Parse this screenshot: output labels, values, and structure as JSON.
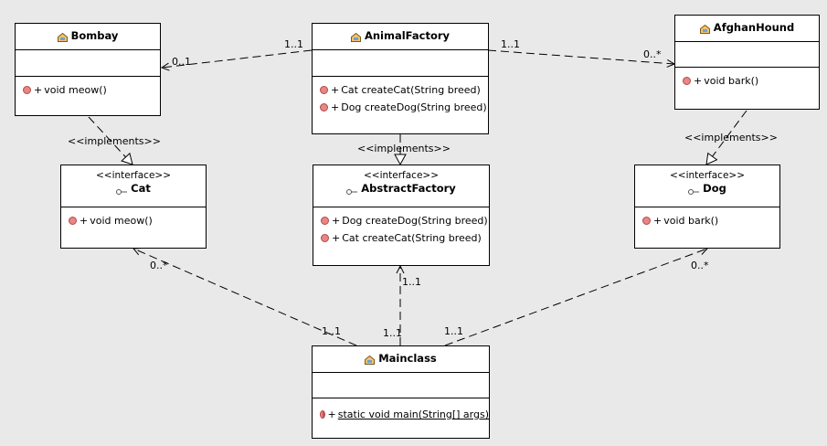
{
  "classes": {
    "bombay": {
      "name": "Bombay",
      "ops": [
        {
          "text": "void meow()",
          "vis": "+"
        }
      ]
    },
    "animal_factory": {
      "name": "AnimalFactory",
      "ops": [
        {
          "text": "Cat createCat(String breed)",
          "vis": "+"
        },
        {
          "text": "Dog createDog(String breed)",
          "vis": "+"
        }
      ]
    },
    "afghan_hound": {
      "name": "AfghanHound",
      "ops": [
        {
          "text": "void bark()",
          "vis": "+"
        }
      ]
    },
    "cat": {
      "stereotype": "<<interface>>",
      "name": "Cat",
      "ops": [
        {
          "text": "void meow()",
          "vis": "+"
        }
      ]
    },
    "abstract_factory": {
      "stereotype": "<<interface>>",
      "name": "AbstractFactory",
      "ops": [
        {
          "text": "Dog createDog(String breed)",
          "vis": "+"
        },
        {
          "text": "Cat createCat(String breed)",
          "vis": "+"
        }
      ]
    },
    "dog": {
      "stereotype": "<<interface>>",
      "name": "Dog",
      "ops": [
        {
          "text": "void bark()",
          "vis": "+"
        }
      ]
    },
    "mainclass": {
      "name": "Mainclass",
      "ops": [
        {
          "text": "static void main(String[] args)",
          "vis": "+"
        }
      ]
    }
  },
  "relations": {
    "implements_label": "<<implements>>",
    "af_bombay": {
      "source": "1..1",
      "target": "0..1"
    },
    "af_afghan": {
      "source": "1..1",
      "target": "0..*"
    },
    "main_cat": {
      "source": "1..1",
      "target": "0..*"
    },
    "main_af": {
      "source": "1..1",
      "target": "1..1"
    },
    "main_dog": {
      "source": "1..1",
      "target": "0..*"
    }
  },
  "colors": {
    "background": "#e9e9e9",
    "box": "#ffffff",
    "op_icon": "#e98585"
  }
}
